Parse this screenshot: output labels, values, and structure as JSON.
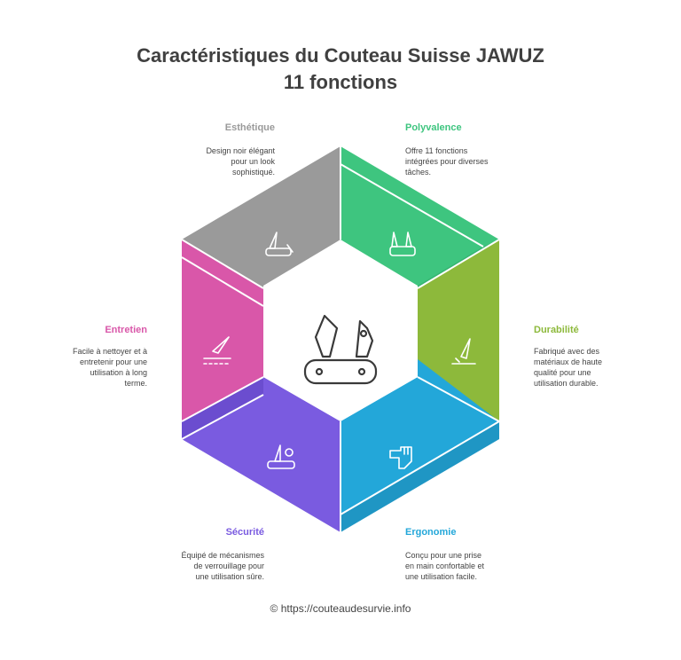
{
  "title": {
    "line1": "Caractéristiques du Couteau Suisse JAWUZ",
    "line2": "11 fonctions"
  },
  "segments": [
    {
      "key": "esthetique",
      "label": "Esthétique",
      "color": "#9a9a9a",
      "desc": [
        "Design noir élégant",
        "pour un look",
        "sophistiqué."
      ],
      "icon": "knife-icon"
    },
    {
      "key": "polyvalence",
      "label": "Polyvalence",
      "color": "#3ec57f",
      "desc": [
        "Offre 11 fonctions",
        "intégrées pour diverses",
        "tâches."
      ],
      "icon": "multitool-icon"
    },
    {
      "key": "durabilite",
      "label": "Durabilité",
      "color": "#8db93b",
      "desc": [
        "Fabriqué avec des",
        "matériaux de haute",
        "qualité pour une",
        "utilisation durable."
      ],
      "icon": "knife-in-ground-icon"
    },
    {
      "key": "ergonomie",
      "label": "Ergonomie",
      "color": "#23a7d9",
      "desc": [
        "Conçu pour une prise",
        "en main confortable et",
        "une utilisation facile."
      ],
      "icon": "hand-grip-icon"
    },
    {
      "key": "securite",
      "label": "Sécurité",
      "color": "#7a5be0",
      "desc": [
        "Équipé de mécanismes",
        "de verrouillage pour",
        "une utilisation sûre."
      ],
      "icon": "locked-knife-icon"
    },
    {
      "key": "entretien",
      "label": "Entretien",
      "color": "#d957a9",
      "desc": [
        "Facile à nettoyer et à",
        "entretenir pour une",
        "utilisation à long",
        "terme."
      ],
      "icon": "cleaning-knife-icon"
    }
  ],
  "center_icon": "swiss-knife-icon",
  "footer": "© https://couteaudesurvie.info"
}
